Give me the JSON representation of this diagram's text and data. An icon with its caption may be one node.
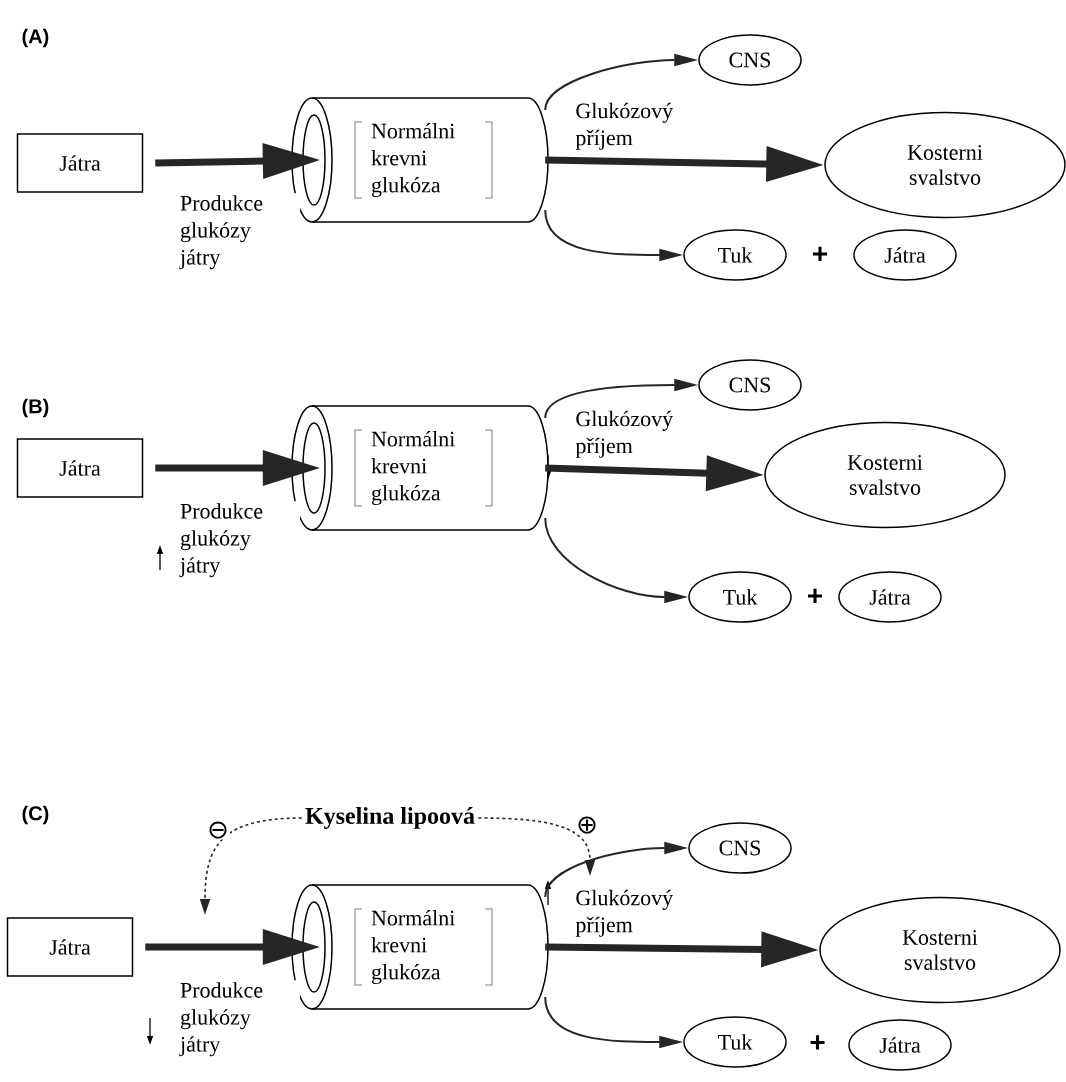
{
  "diagram": {
    "nodes": [
      {
        "text": [
          "Játra"
        ]
      },
      {
        "text": [
          "Normálni krevni glukóza"
        ]
      },
      {
        "text": [
          "CNS"
        ]
      },
      {
        "text": [
          "Kosterni svalstvo"
        ]
      },
      {
        "text": [
          "Tuk"
        ]
      },
      {
        "text": [
          "Játra"
        ]
      },
      {
        "text": [
          "Játra"
        ]
      },
      {
        "text": [
          "Normálni krevni glukóza"
        ]
      },
      {
        "text": [
          "CNS"
        ]
      },
      {
        "text": [
          "Kosterni svalstvo"
        ]
      },
      {
        "text": [
          "Tuk"
        ]
      },
      {
        "text": [
          "Játra"
        ]
      },
      {
        "text": [
          "Kyselina lipoová"
        ]
      },
      {
        "text": [
          "Játra"
        ]
      },
      {
        "text": [
          "Normálni krevni glukóza"
        ]
      },
      {
        "text": [
          "CNS"
        ]
      },
      {
        "text": [
          "Kosterni svalstvo"
        ]
      },
      {
        "text": [
          "Tuk"
        ]
      },
      {
        "text": [
          "Játra"
        ]
      }
    ],
    "edges": [
      {
        "from": 0,
        "to": 1,
        "arrow": "to",
        "style": "thick",
        "label": "Produkce glukózy játry"
      },
      {
        "from": 1,
        "to": 2,
        "arrow": "to"
      },
      {
        "from": 1,
        "to": 3,
        "arrow": "to",
        "style": "thick",
        "label": "Glukózový příjem"
      },
      {
        "from": 1,
        "to": 4,
        "arrow": "to"
      },
      {
        "from": 6,
        "to": 7,
        "arrow": "to",
        "style": "thick",
        "label": "Produkce glukózy játry"
      },
      {
        "from": 7,
        "to": 8,
        "arrow": "to"
      },
      {
        "from": 7,
        "to": 9,
        "arrow": "to",
        "style": "thick",
        "label": "Glukózový příjem"
      },
      {
        "from": 7,
        "to": 10,
        "arrow": "to"
      },
      {
        "from": 12,
        "to": null,
        "arrow": "to",
        "style": "dashed",
        "label": "⊖"
      },
      {
        "from": 12,
        "to": null,
        "arrow": "to",
        "style": "dashed",
        "label": "⊕"
      },
      {
        "from": 13,
        "to": 14,
        "arrow": "to",
        "style": "thick",
        "label": "Produkce glukózy játry"
      },
      {
        "from": 14,
        "to": 15,
        "arrow": "to"
      },
      {
        "from": 14,
        "to": 16,
        "arrow": "to",
        "style": "thick",
        "label": "Glukózový příjem"
      },
      {
        "from": 14,
        "to": 17,
        "arrow": "to"
      }
    ],
    "labels": [
      "(A)",
      "+",
      "(B)",
      "+",
      "(C)",
      "+"
    ]
  }
}
